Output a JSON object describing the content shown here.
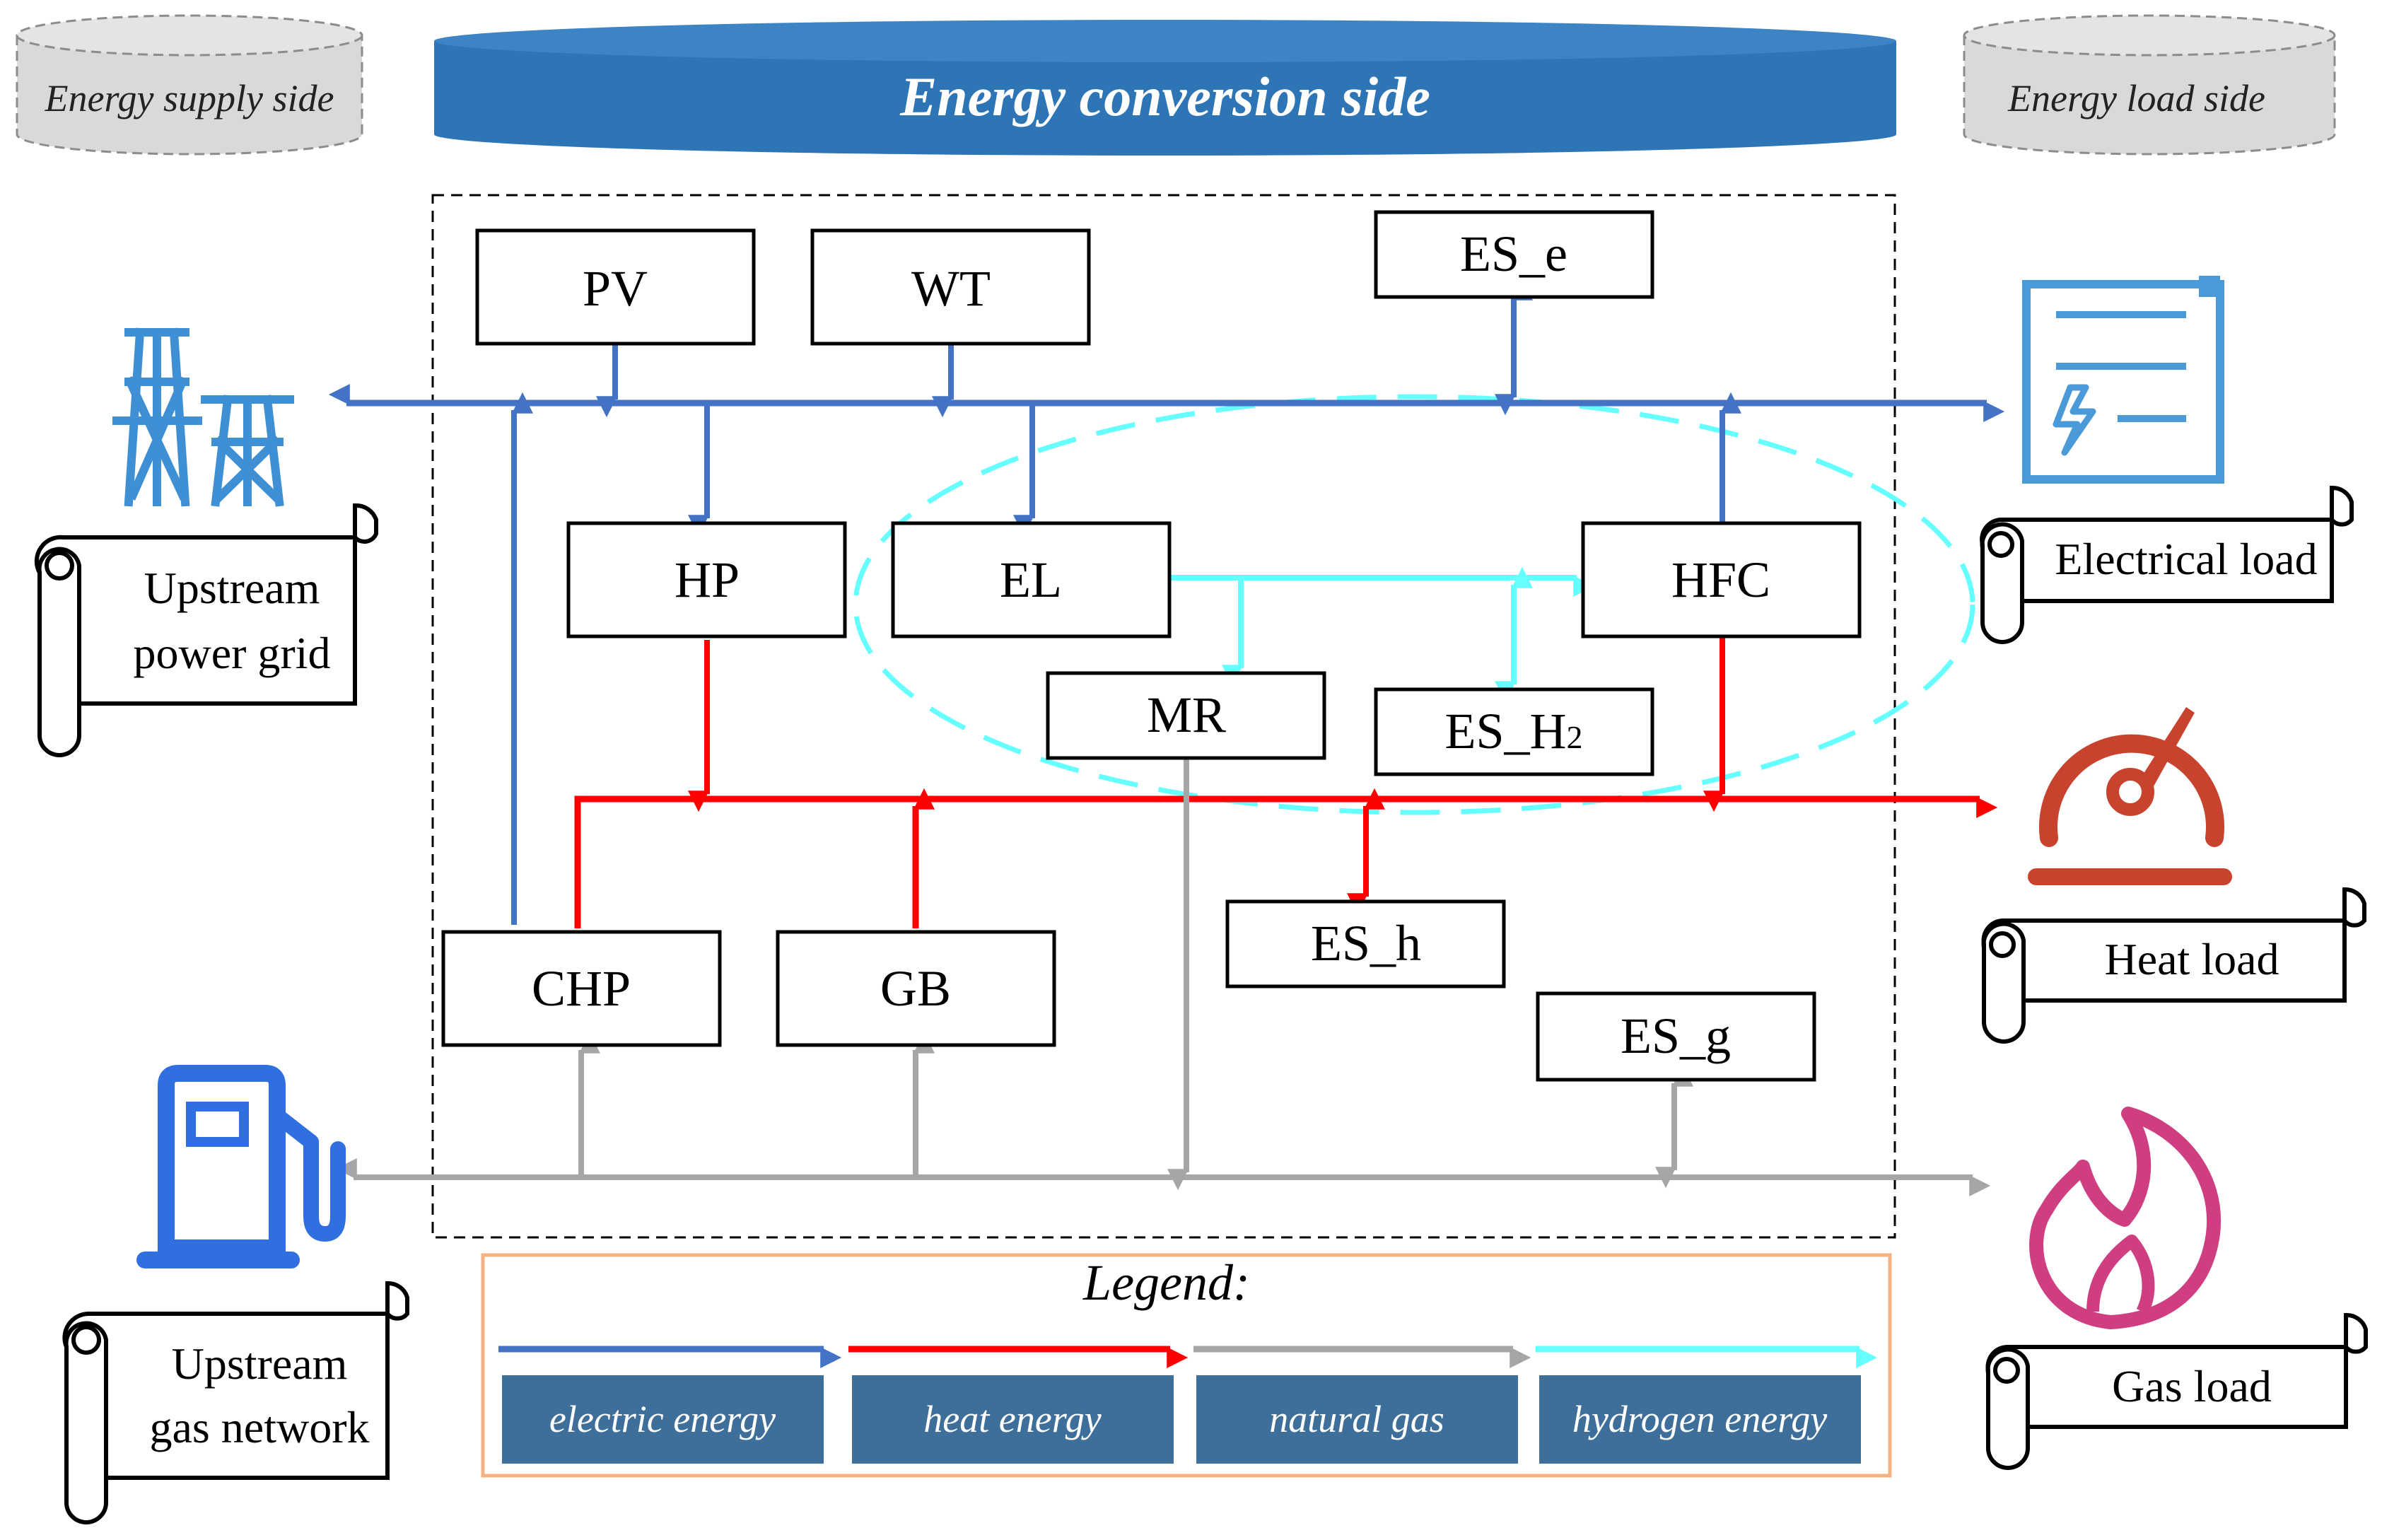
{
  "headers": {
    "supply": "Energy supply side",
    "conversion": "Energy conversion side",
    "load": "Energy load side"
  },
  "devices": {
    "pv": "PV",
    "wt": "WT",
    "es_e": "ES_e",
    "hp": "HP",
    "el": "EL",
    "hfc": "HFC",
    "mr": "MR",
    "es_h2": {
      "prefix": "ES_H",
      "sub": "2"
    },
    "chp": "CHP",
    "gb": "GB",
    "es_h": "ES_h",
    "es_g": "ES_g"
  },
  "scrolls": {
    "upstream_power": [
      "Upstream",
      "power grid"
    ],
    "electrical_load": "Electrical load",
    "heat_load": "Heat load",
    "upstream_gas": [
      "Upstream",
      "gas network"
    ],
    "gas_load": "Gas load"
  },
  "legend": {
    "title": "Legend:",
    "items": [
      {
        "label": "electric energy",
        "color": "#4472C4"
      },
      {
        "label": "heat energy",
        "color": "#FF0000"
      },
      {
        "label": "natural gas",
        "color": "#A6A6A6"
      },
      {
        "label": "hydrogen energy",
        "color": "#66FFFF"
      }
    ]
  },
  "colors": {
    "electric": "#4472C4",
    "heat": "#FF0000",
    "gas": "#A6A6A6",
    "hydrogen": "#66FFFF",
    "header_blue": "#2E75B6",
    "header_gray": "#D9D9D9",
    "legend_box": "#3E6E9A",
    "legend_border": "#F4B183",
    "icon_blue": "#4A9AD8",
    "icon_power": "#3F8FD4",
    "icon_gas": "#2F6FE0",
    "icon_heat": "#C8432E",
    "icon_flame": "#D03E82"
  },
  "icons": {
    "tower": "power-tower-icon",
    "electrical_load": "document-bolt-icon",
    "heat_load": "gauge-icon",
    "gas_pump": "fuel-pump-icon",
    "gas_load": "flame-icon"
  }
}
